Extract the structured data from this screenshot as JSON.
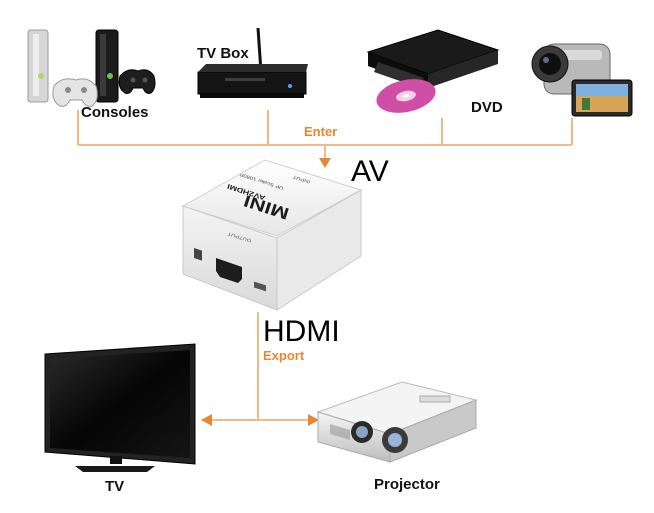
{
  "devices": {
    "consoles": "Consoles",
    "tvbox": "TV Box",
    "dvd": "DVD",
    "tv": "TV",
    "projector": "Projector"
  },
  "flow": {
    "enter": "Enter",
    "export": "Export",
    "input_signal": "AV",
    "output_signal": "HDMI"
  },
  "converter": {
    "brand": "MINI",
    "model": "AV2HDMI",
    "spec": "UP Scaler 1080P",
    "input_port": "INPUT",
    "output_port": "OUTPUT"
  },
  "colors": {
    "line": "#f0b98c",
    "arrow": "#e8872f"
  }
}
